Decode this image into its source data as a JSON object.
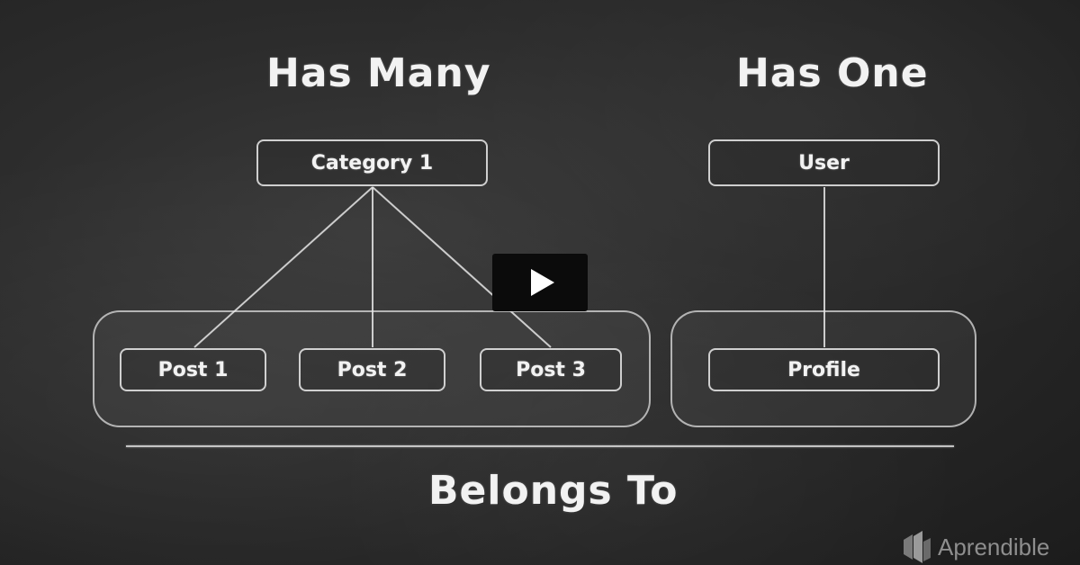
{
  "headings": {
    "has_many": "Has Many",
    "has_one": "Has One",
    "belongs_to": "Belongs To"
  },
  "nodes": {
    "category": "Category 1",
    "posts": [
      "Post 1",
      "Post 2",
      "Post 3"
    ],
    "user": "User",
    "profile": "Profile"
  },
  "video": {
    "play_icon": "play-icon"
  },
  "brand": {
    "name": "Aprendible",
    "icon": "aprendible-logo"
  },
  "colors": {
    "board": "#2c2c2c",
    "chalk": "#f2f2f2",
    "play_button": "#0b0b0b"
  }
}
